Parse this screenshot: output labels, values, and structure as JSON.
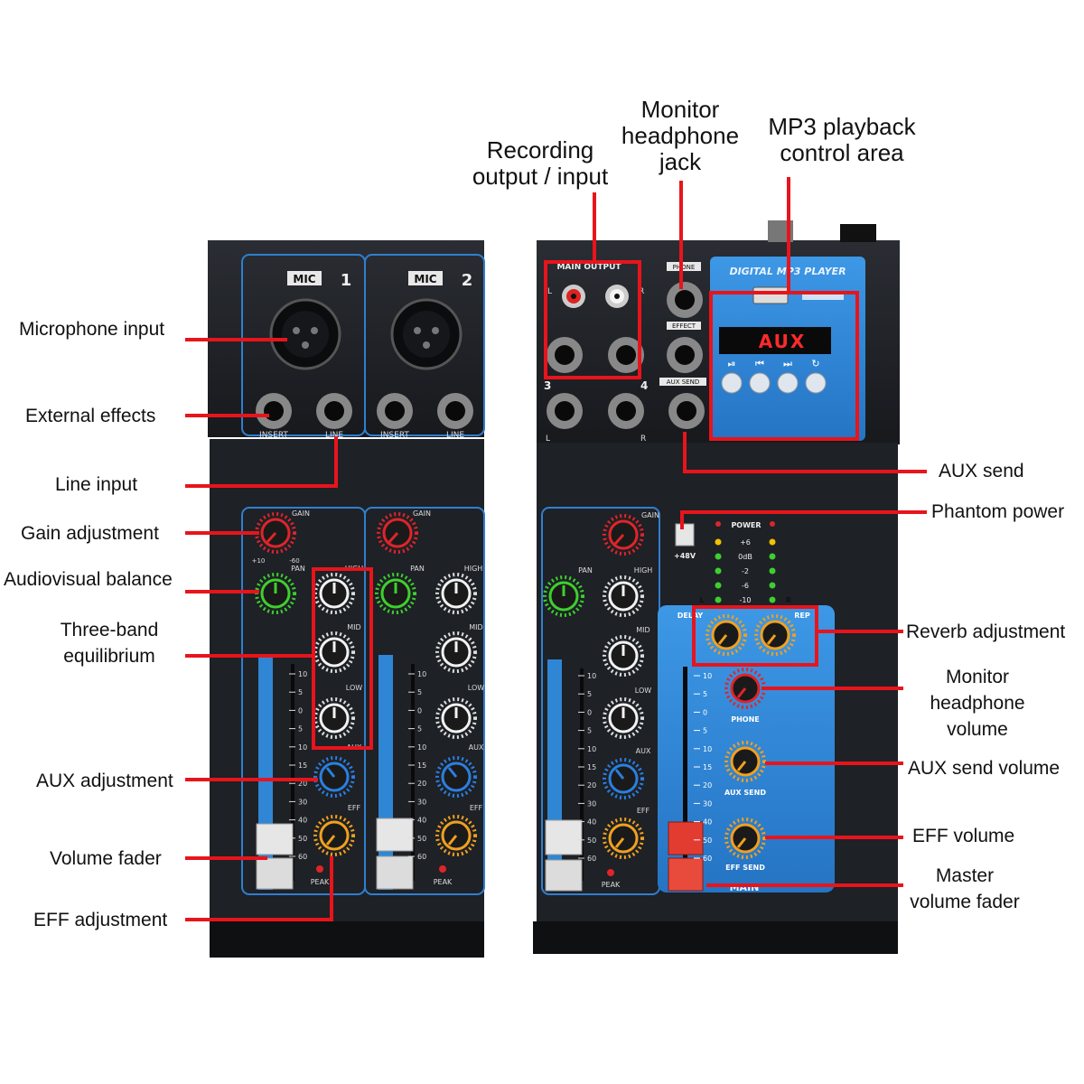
{
  "labels": {
    "mic_input": "Microphone input",
    "external_effects": "External effects",
    "line_input": "Line input",
    "gain": "Gain adjustment",
    "pan": "Audiovisual balance",
    "eq_line1": "Three-band",
    "eq_line2": "equilibrium",
    "aux_adj": "AUX adjustment",
    "volume_fader": "Volume fader",
    "eff_adj": "EFF adjustment",
    "rec_line1": "Recording",
    "rec_line2": "output / input",
    "phones_line1": "Monitor",
    "phones_line2": "headphone",
    "phones_line3": "jack",
    "mp3_line1": "MP3 playback",
    "mp3_line2": "control area",
    "aux_send": "AUX send",
    "phantom": "Phantom power",
    "reverb": "Reverb adjustment",
    "monvol_line1": "Monitor",
    "monvol_line2": "headphone",
    "monvol_line3": "volume",
    "aux_send_vol": "AUX send volume",
    "eff_vol": "EFF volume",
    "master_line1": "Master",
    "master_line2": "volume fader"
  },
  "panel": {
    "mic_badge": "MIC",
    "ch1": "1",
    "ch2": "2",
    "insert": "INSERT",
    "line": "LINE",
    "gain": "GAIN",
    "pan": "PAN",
    "high": "HIGH",
    "mid": "MID",
    "low": "LOW",
    "aux": "AUX",
    "eff": "EFF",
    "peak": "PEAK",
    "main_output": "MAIN OUTPUT",
    "phone": "PHONE",
    "effect": "EFFECT",
    "aux_send": "AUX SEND",
    "mp3_title": "DIGITAL MP3 PLAYER",
    "display": "AUX",
    "power": "POWER",
    "v48": "+48V",
    "delay": "DELAY",
    "rep": "REP",
    "phone_knob": "PHONE",
    "aux_send_knob": "AUX SEND",
    "eff_send": "EFF SEND",
    "main": "MAIN",
    "jack_3": "3",
    "jack_4": "4",
    "jack_l": "L",
    "jack_r": "R",
    "meter_levels": [
      "+6",
      "0dB",
      "-2",
      "-6",
      "-10"
    ],
    "fader_scale": [
      "10",
      "5",
      "0",
      "5",
      "10",
      "15",
      "20",
      "30",
      "40",
      "50",
      "60"
    ],
    "knob_min": "+10",
    "knob_max": "-60"
  },
  "colors": {
    "callout": "#e8141c",
    "panel": "#1b1e24",
    "panel_lower": "#24272d",
    "blue_panel": "#2f86d4",
    "knob_red": "#e0242a",
    "knob_green": "#3ecf2e",
    "knob_white": "#f2f2f2",
    "knob_blue": "#2b7fe0",
    "knob_orange": "#f0a020"
  }
}
